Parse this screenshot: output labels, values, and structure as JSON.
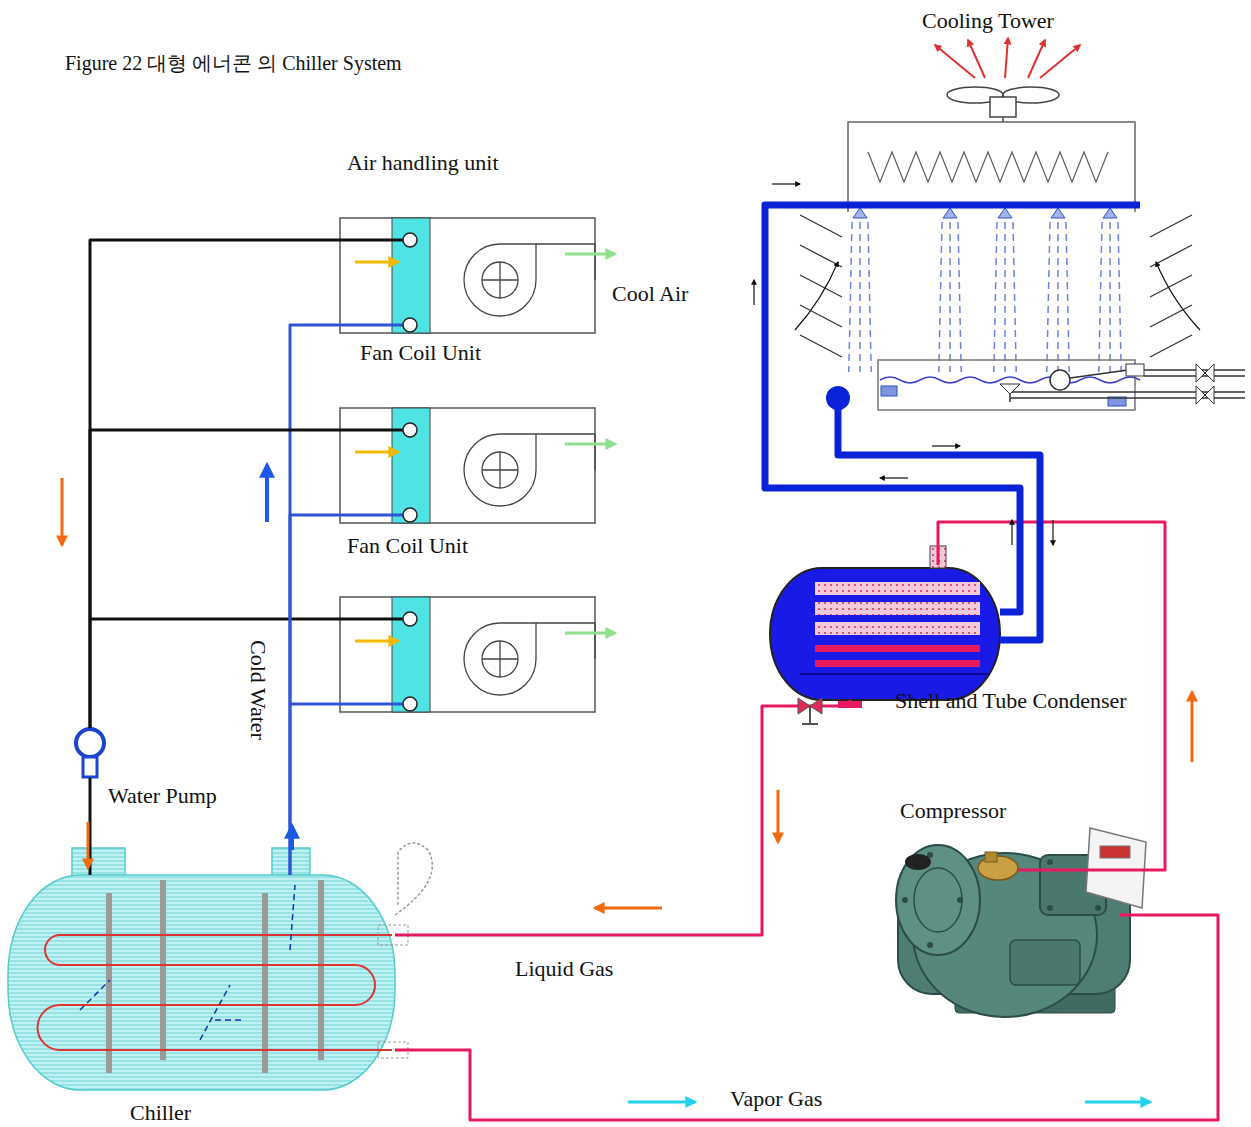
{
  "diagram": {
    "title": "Figure 22 대형 에너콘 의 Chiller System",
    "nodes": [
      {
        "text": [
          "Cooling Tower"
        ]
      },
      {
        "text": [
          "Air handling unit",
          "Fan Coil Unit"
        ]
      },
      {
        "text": [
          "Fan Coil Unit"
        ]
      },
      {
        "text": [
          "Shell and Tube Condenser"
        ]
      },
      {
        "text": [
          "Compressor"
        ]
      },
      {
        "text": [
          "Water Pump"
        ]
      },
      {
        "text": [
          "Chiller"
        ]
      }
    ],
    "edges": [
      {
        "from": 6,
        "to": 4,
        "label": "Vapor Gas",
        "arrow": "none"
      },
      {
        "from": 4,
        "to": 3,
        "arrow": "none"
      },
      {
        "from": 3,
        "to": 6,
        "label": "Liquid Gas",
        "arrow": "none"
      },
      {
        "from": 3,
        "to": 0,
        "arrow": "none"
      },
      {
        "from": 0,
        "to": 3,
        "arrow": "none"
      },
      {
        "from": 6,
        "to": 1,
        "label": "Cold Water",
        "arrow": "none"
      },
      {
        "from": 6,
        "to": 2,
        "arrow": "none"
      },
      {
        "from": 1,
        "to": 5,
        "arrow": "none"
      },
      {
        "from": 2,
        "to": 5,
        "arrow": "none"
      },
      {
        "from": 5,
        "to": 6,
        "arrow": "none"
      }
    ],
    "labels": [
      "Cool Air"
    ]
  }
}
